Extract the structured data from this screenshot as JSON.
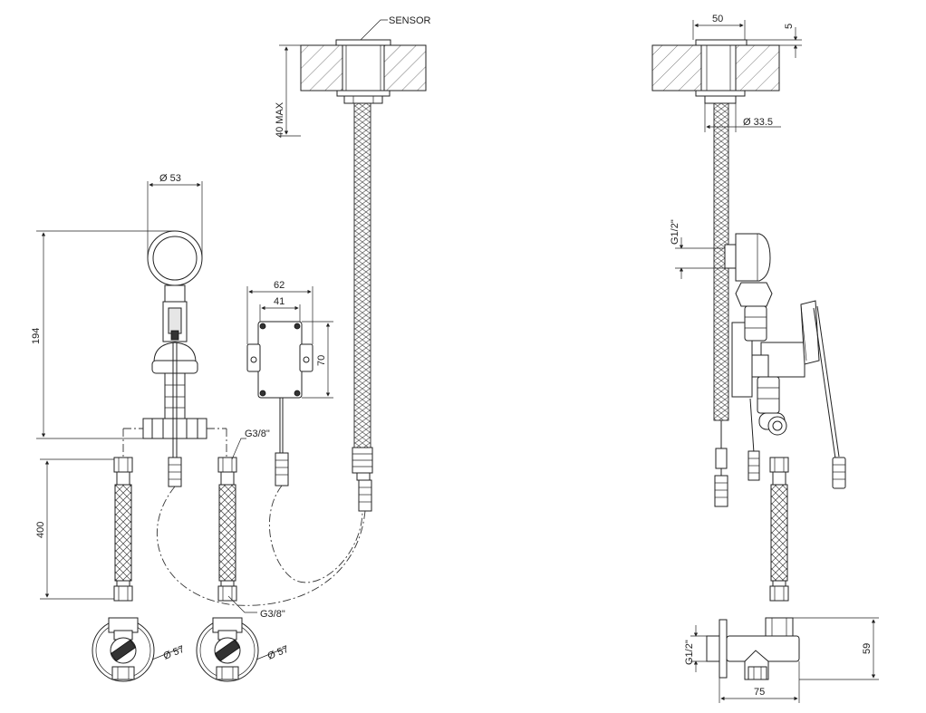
{
  "labels": {
    "sensor": "SENSOR",
    "max_depth": "40 MAX",
    "dia_53": "Ø 53",
    "height_194": "194",
    "width_62": "62",
    "width_41": "41",
    "height_70": "70",
    "thread_g38_top": "G3/8\"",
    "thread_g38_bottom": "G3/8\"",
    "length_400": "400",
    "dia_57_left": "Ø 57",
    "dia_57_right": "Ø 57",
    "width_50": "50",
    "offset_5": "5",
    "dia_33_5": "Ø 33.5",
    "thread_g12_side": "G1/2\"",
    "thread_g12_valve": "G1/2\"",
    "height_59": "59",
    "width_75": "75"
  }
}
